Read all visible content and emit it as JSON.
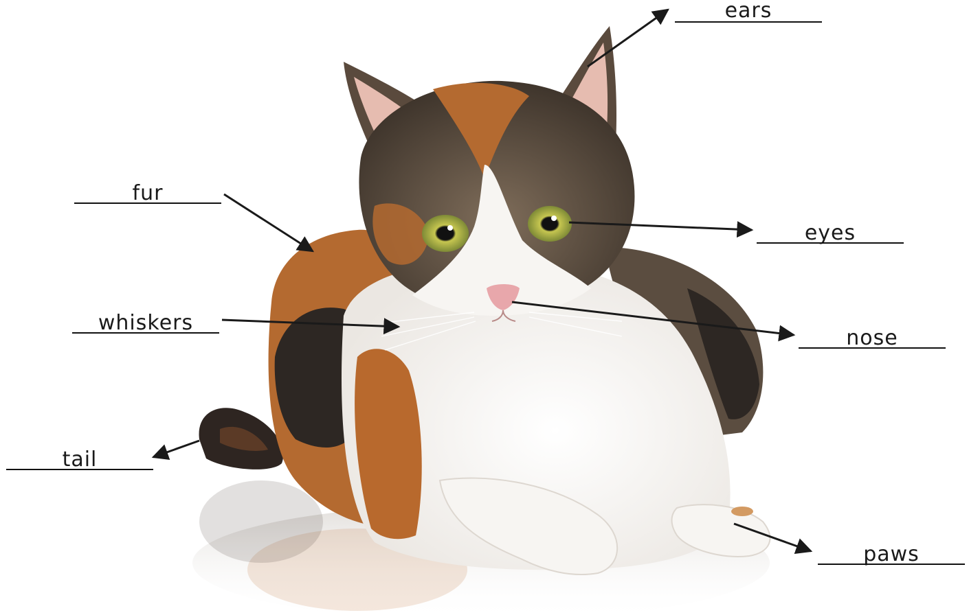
{
  "labels": {
    "ears": "ears",
    "fur": "fur",
    "eyes": "eyes",
    "whiskers": "whiskers",
    "nose": "nose",
    "tail": "tail",
    "paws": "paws"
  },
  "colors": {
    "background": "#ffffff",
    "ink": "#1a1a1a",
    "cat_white": "#f6f4f1",
    "cat_orange": "#b46a30",
    "cat_dark": "#2d2723",
    "cat_tabby": "#6e5e4e",
    "eye_green": "#9aa84a",
    "nose_pink": "#e8a7ab"
  },
  "image": {
    "subject": "calico cat lying down, facing viewer, with reflection on glossy surface"
  }
}
